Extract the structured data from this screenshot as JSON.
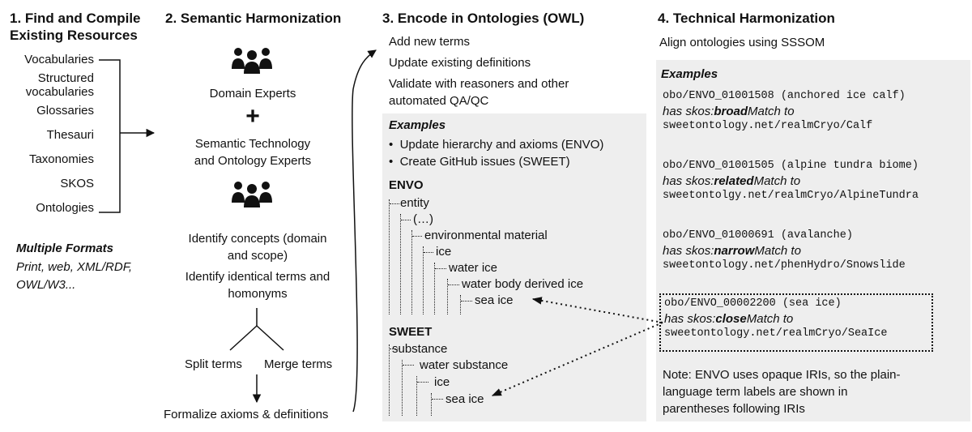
{
  "col1": {
    "title_line1": "1. Find and Compile",
    "title_line2": "Existing Resources",
    "items": [
      "Vocabularies",
      "Structured",
      "vocabularies",
      "Glossaries",
      "Thesauri",
      "Taxonomies",
      "SKOS",
      "Ontologies"
    ],
    "formats_title": "Multiple Formats",
    "formats_line1": "Print, web, XML/RDF,",
    "formats_line2": "OWL/W3..."
  },
  "col2": {
    "title": "2. Semantic Harmonization",
    "icon_name": "people-group-icon",
    "domain_experts": "Domain Experts",
    "plus": "+",
    "semantic_line1": "Semantic Technology",
    "semantic_line2": "and Ontology Experts",
    "identify1_line1": "Identify concepts (domain",
    "identify1_line2": "and scope)",
    "identify2_line1": "Identify identical terms and",
    "identify2_line2": "homonyms",
    "split": "Split terms",
    "merge": "Merge terms",
    "formalize": "Formalize axioms & definitions"
  },
  "col3": {
    "title": "3. Encode in Ontologies (OWL)",
    "steps": [
      "Add new terms",
      "Update existing definitions",
      "Validate with reasoners and other",
      "automated QA/QC"
    ],
    "examples_label": "Examples",
    "bullets": [
      "Update hierarchy and axioms (ENVO)",
      "Create GitHub issues (SWEET)"
    ],
    "envo_label": "ENVO",
    "envo_tree": [
      "entity",
      "(…)",
      "environmental material",
      "ice",
      "water ice",
      "water body derived ice",
      "sea ice"
    ],
    "sweet_label": "SWEET",
    "sweet_tree": [
      "substance",
      "water substance",
      "ice",
      "sea ice"
    ]
  },
  "col4": {
    "title": "4. Technical Harmonization",
    "subtitle": "Align ontologies using SSSOM",
    "examples_label": "Examples",
    "mappings": [
      {
        "iri": "obo/ENVO_01001508 (anchored ice calf)",
        "pre": "has skos:",
        "rel": "broad",
        "post": "Match to",
        "target": "sweetontology.net/realmCryo/Calf"
      },
      {
        "iri": "obo/ENVO_01001505 (alpine tundra biome)",
        "pre": "has skos:",
        "rel": "related",
        "post": "Match to",
        "target": "sweetontolgy.net/realmCryo/AlpineTundra"
      },
      {
        "iri": "obo/ENVO_01000691 (avalanche)",
        "pre": "has skos:",
        "rel": "narrow",
        "post": "Match to",
        "target": "sweetontology.net/phenHydro/Snowslide"
      },
      {
        "iri": "obo/ENVO_00002200 (sea ice)",
        "pre": "has skos:",
        "rel": "close",
        "post": "Match to",
        "target": "sweetontology.net/realmCryo/SeaIce"
      }
    ],
    "note_line1": "Note: ENVO uses opaque IRIs, so the plain-",
    "note_line2": "language term labels are shown in",
    "note_line3": "parentheses following IRIs"
  },
  "colors": {
    "panel": "#eeeeee",
    "text": "#111111"
  }
}
